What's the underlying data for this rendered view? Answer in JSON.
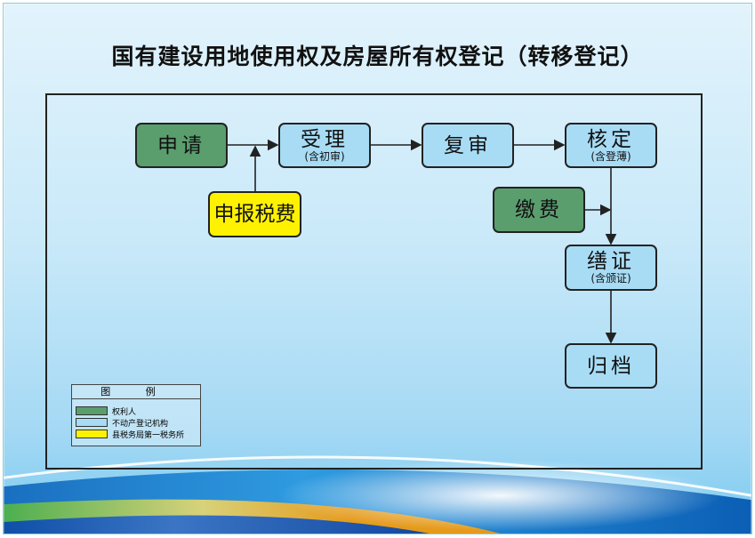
{
  "title": "国有建设用地使用权及房屋所有权登记（转移登记）",
  "nodes": {
    "apply": {
      "label": "申请"
    },
    "accept": {
      "label": "受理",
      "sub": "(含初审)"
    },
    "review": {
      "label": "复审"
    },
    "approve": {
      "label": "核定",
      "sub": "(含登薄)"
    },
    "tax": {
      "label": "申报税费"
    },
    "fee": {
      "label": "缴费"
    },
    "certificate": {
      "label": "缮证",
      "sub": "(含颁证)"
    },
    "archive": {
      "label": "归档"
    }
  },
  "legend": {
    "title": "图 例",
    "items": [
      {
        "label": "权利人",
        "color": "#5a9e6e"
      },
      {
        "label": "不动产登记机构",
        "color": "#a8dcf5"
      },
      {
        "label": "县税务局第一税务所",
        "color": "#fff200"
      }
    ]
  }
}
